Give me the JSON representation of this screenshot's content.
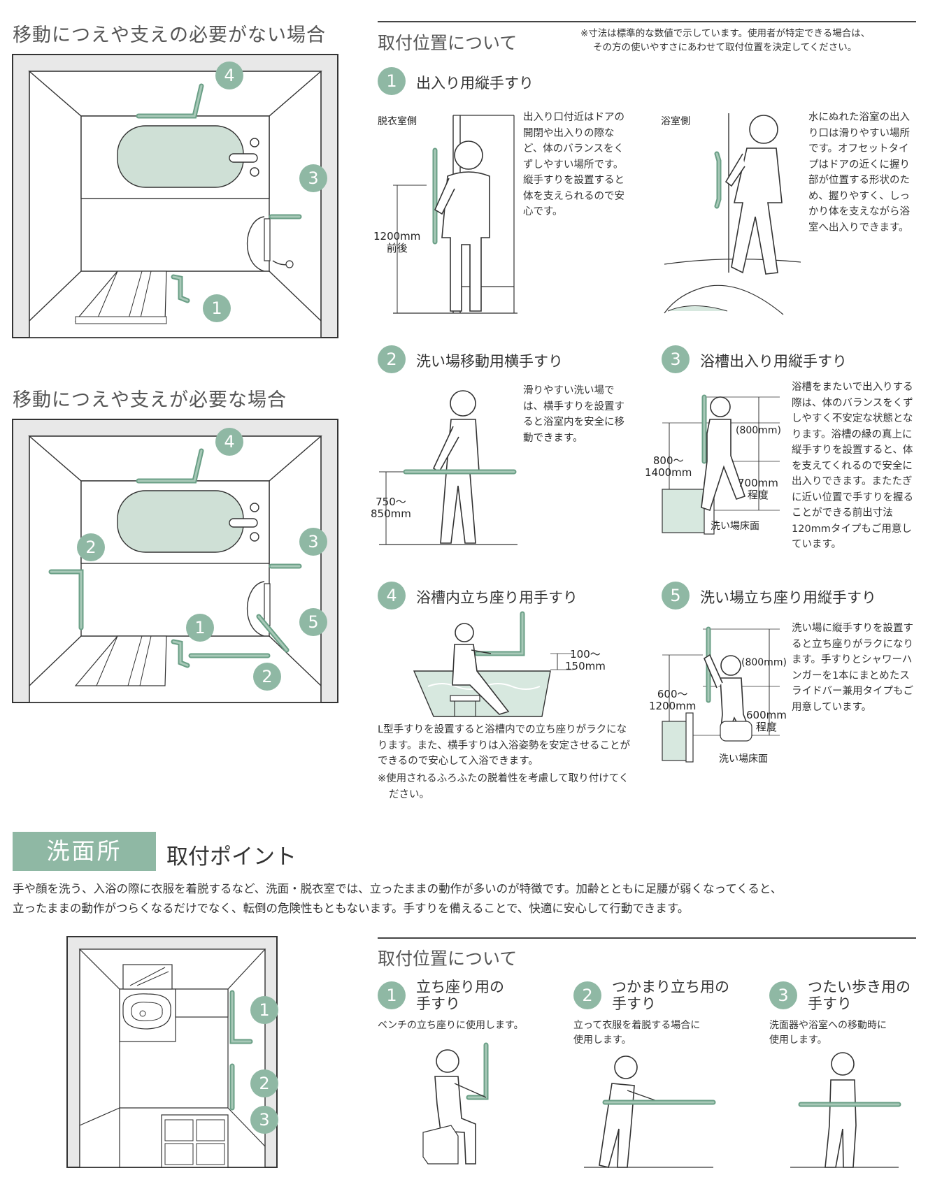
{
  "headings": {
    "no_support": "移動につえや支えの必要がない場合",
    "with_support": "移動につえや支えが必要な場合",
    "install_position_top": "取付位置について",
    "install_position_bottom": "取付位置について"
  },
  "notes": {
    "top_note_line1": "※寸法は標準的な数値で示しています。使用者が特定できる場合は、",
    "top_note_line2": "その方の使いやすさにあわせて取付位置を決定してください。"
  },
  "items": {
    "i1": {
      "num": "1",
      "title": "出入り用縦手すり",
      "label_left": "脱衣室側",
      "label_right": "浴室側",
      "dim": "1200mm",
      "dim_sub": "前後",
      "desc_left": "出入り口付近はドアの開閉や出入りの際など、体のバランスをくずしやすい場所です。縦手すりを設置すると体を支えられるので安心です。",
      "desc_right": "水にぬれた浴室の出入り口は滑りやすい場所です。オフセットタイプはドアの近くに握り部が位置する形状のため、握りやすく、しっかり体を支えながら浴室へ出入りできます。"
    },
    "i2": {
      "num": "2",
      "title": "洗い場移動用横手すり",
      "dim": "750～",
      "dim_sub": "850mm",
      "desc": "滑りやすい洗い場では、横手すりを設置すると浴室内を安全に移動できます。"
    },
    "i3": {
      "num": "3",
      "title": "浴槽出入り用縦手すり",
      "dim_top": "(800mm)",
      "dim_left": "800～",
      "dim_left_sub": "1400mm",
      "dim_right": "700mm",
      "dim_right_sub": "程度",
      "floor": "洗い場床面",
      "desc": "浴槽をまたいで出入りする際は、体のバランスをくずしやすく不安定な状態となります。浴槽の縁の真上に縦手すりを設置すると、体を支えてくれるので安全に出入りできます。またたぎに近い位置で手すりを握ることができる前出寸法120mmタイプもご用意しています。"
    },
    "i4": {
      "num": "4",
      "title": "浴槽内立ち座り用手すり",
      "dim": "100～",
      "dim_sub": "150mm",
      "desc": "L型手すりを設置すると浴槽内での立ち座りがラクになります。また、横手すりは入浴姿勢を安定させることができるので安心して入浴できます。",
      "note": "※使用されるふろふたの脱着性を考慮して取り付けてください。"
    },
    "i5": {
      "num": "5",
      "title": "洗い場立ち座り用縦手すり",
      "dim_top": "(800mm)",
      "dim_left": "600～",
      "dim_left_sub": "1200mm",
      "dim_right": "600mm",
      "dim_right_sub": "程度",
      "floor": "洗い場床面",
      "desc": "洗い場に縦手すりを設置すると立ち座りがラクになります。手すりとシャワーハンガーを1本にまとめたスライドバー兼用タイプもご用意しています。"
    }
  },
  "plan_badges": {
    "top": [
      "4",
      "3",
      "1"
    ],
    "bottom": [
      "4",
      "2",
      "3",
      "5",
      "1",
      "2"
    ],
    "washroom": [
      "1",
      "2",
      "3"
    ]
  },
  "washroom": {
    "tag": "洗面所",
    "title": "取付ポイント",
    "intro_line1": "手や顔を洗う、入浴の際に衣服を着脱するなど、洗面・脱衣室では、立ったままの動作が多いのが特徴です。加齢とともに足腰が弱くなってくると、",
    "intro_line2": "立ったままの動作がつらくなるだけでなく、転倒の危険性もともないます。手すりを備えることで、快適に安心して行動できます。",
    "points": [
      {
        "num": "1",
        "title_l1": "立ち座り用の",
        "title_l2": "手すり",
        "desc": "ベンチの立ち座りに使用します。"
      },
      {
        "num": "2",
        "title_l1": "つかまり立ち用の",
        "title_l2": "手すり",
        "desc_l1": "立って衣服を着脱する場合に",
        "desc_l2": "使用します。"
      },
      {
        "num": "3",
        "title_l1": "つたい歩き用の",
        "title_l2": "手すり",
        "desc_l1": "洗面器や浴室への移動時に",
        "desc_l2": "使用します。"
      }
    ]
  },
  "colors": {
    "accent": "#8fb8a4",
    "bar": "#6a9f86",
    "water": "#d7e8df",
    "wall": "#e6e6e6"
  }
}
